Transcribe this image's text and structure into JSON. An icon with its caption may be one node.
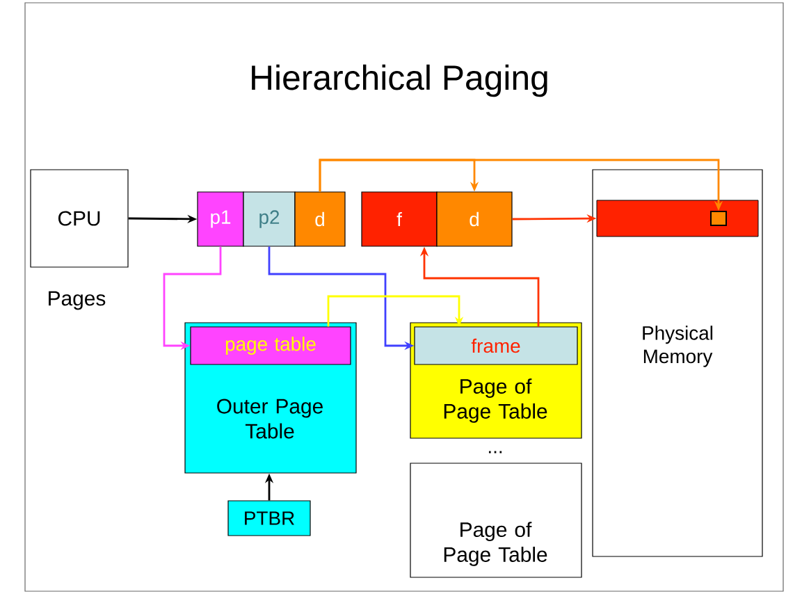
{
  "diagram": {
    "title": "Hierarchical Paging",
    "nodes": [
      {
        "text": [
          "CPU"
        ]
      },
      {
        "text": [
          "p1"
        ]
      },
      {
        "text": [
          "p2"
        ]
      },
      {
        "text": [
          "d"
        ]
      },
      {
        "text": [
          "f"
        ]
      },
      {
        "text": [
          "d"
        ]
      },
      {
        "text": [
          "Physical Memory"
        ]
      },
      {
        "text": [],
        "shape": "bar",
        "in": 6
      },
      {
        "text": [],
        "shape": "box",
        "in": 7
      },
      {
        "text": [
          "Outer Page Table"
        ]
      },
      {
        "text": [
          "page table"
        ],
        "in": 9
      },
      {
        "text": [
          "Page of Page Table"
        ]
      },
      {
        "text": [
          "frame"
        ],
        "in": 11
      },
      {
        "text": [
          "PTBR"
        ]
      },
      {
        "text": [
          "Page of Page Table"
        ]
      }
    ],
    "edges": [
      {
        "from": 0,
        "to": 1,
        "arrow": "to"
      },
      {
        "from": 1,
        "to": 10,
        "arrow": "to",
        "color": "#ff44ff"
      },
      {
        "from": 2,
        "to": 12,
        "arrow": "to",
        "color": "#4040ff"
      },
      {
        "from": 10,
        "to": 12,
        "arrow": "to",
        "color": "#ffff00"
      },
      {
        "from": 12,
        "to": 4,
        "arrow": "to",
        "color": "#ff3300"
      },
      {
        "from": 3,
        "to": 5,
        "arrow": "to",
        "color": "#ff8800"
      },
      {
        "from": 3,
        "to": 8,
        "arrow": "to",
        "color": "#ff8800"
      },
      {
        "from": 5,
        "to": 7,
        "arrow": "to",
        "color": "#ff3300"
      },
      {
        "from": 13,
        "to": 9,
        "arrow": "to"
      }
    ],
    "labels": [
      "Pages",
      "..."
    ]
  }
}
